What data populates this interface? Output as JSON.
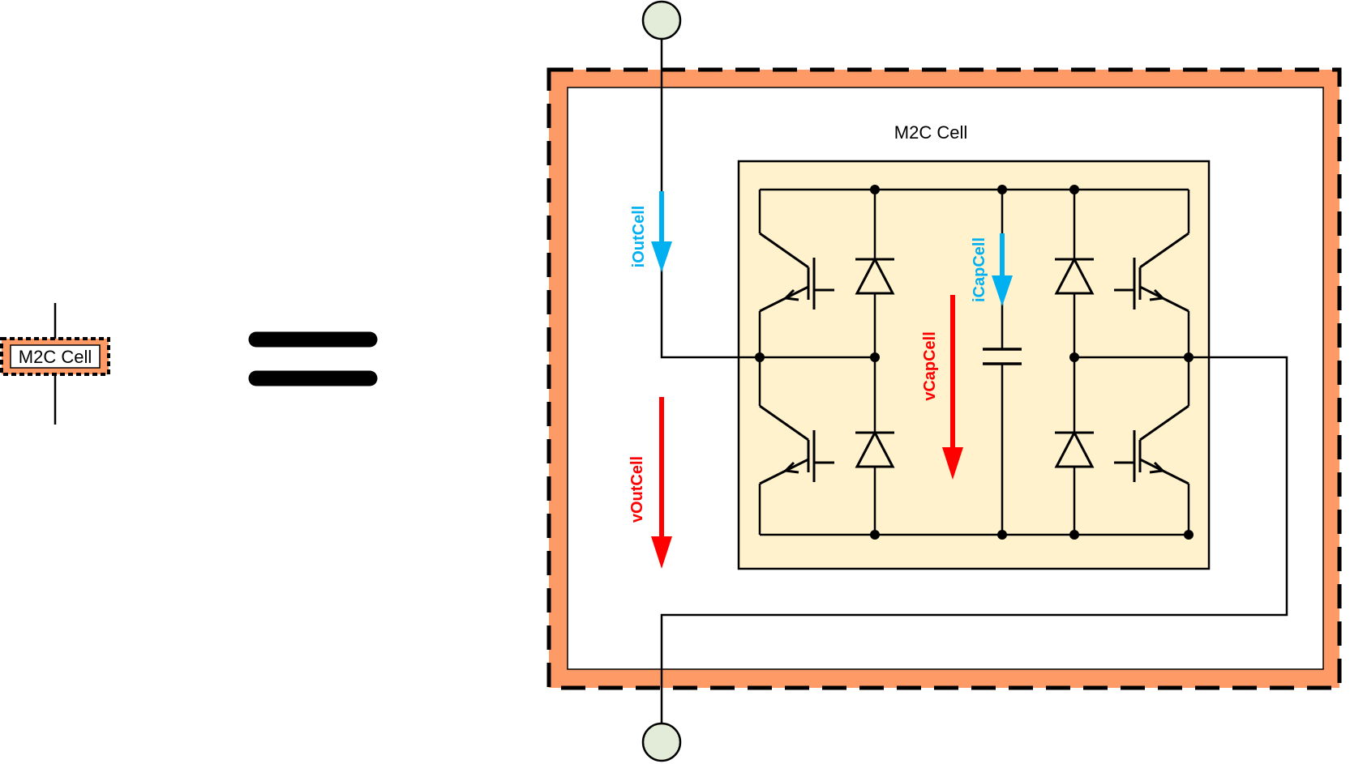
{
  "small_block": {
    "label": "M2C Cell"
  },
  "equals": {
    "label": "="
  },
  "cell": {
    "title": "M2C Cell"
  },
  "signals": {
    "iOutCell": "iOutCell",
    "vOutCell": "vOutCell",
    "iCapCell": "iCapCell",
    "vCapCell": "vCapCell"
  },
  "colors": {
    "outer_fill": "#fd9a66",
    "inner_fill": "#fff2cc",
    "terminal_fill": "#e2ecd9",
    "current_arrow": "#00b0f0",
    "voltage_arrow": "#ff0000",
    "wire": "#000000"
  }
}
